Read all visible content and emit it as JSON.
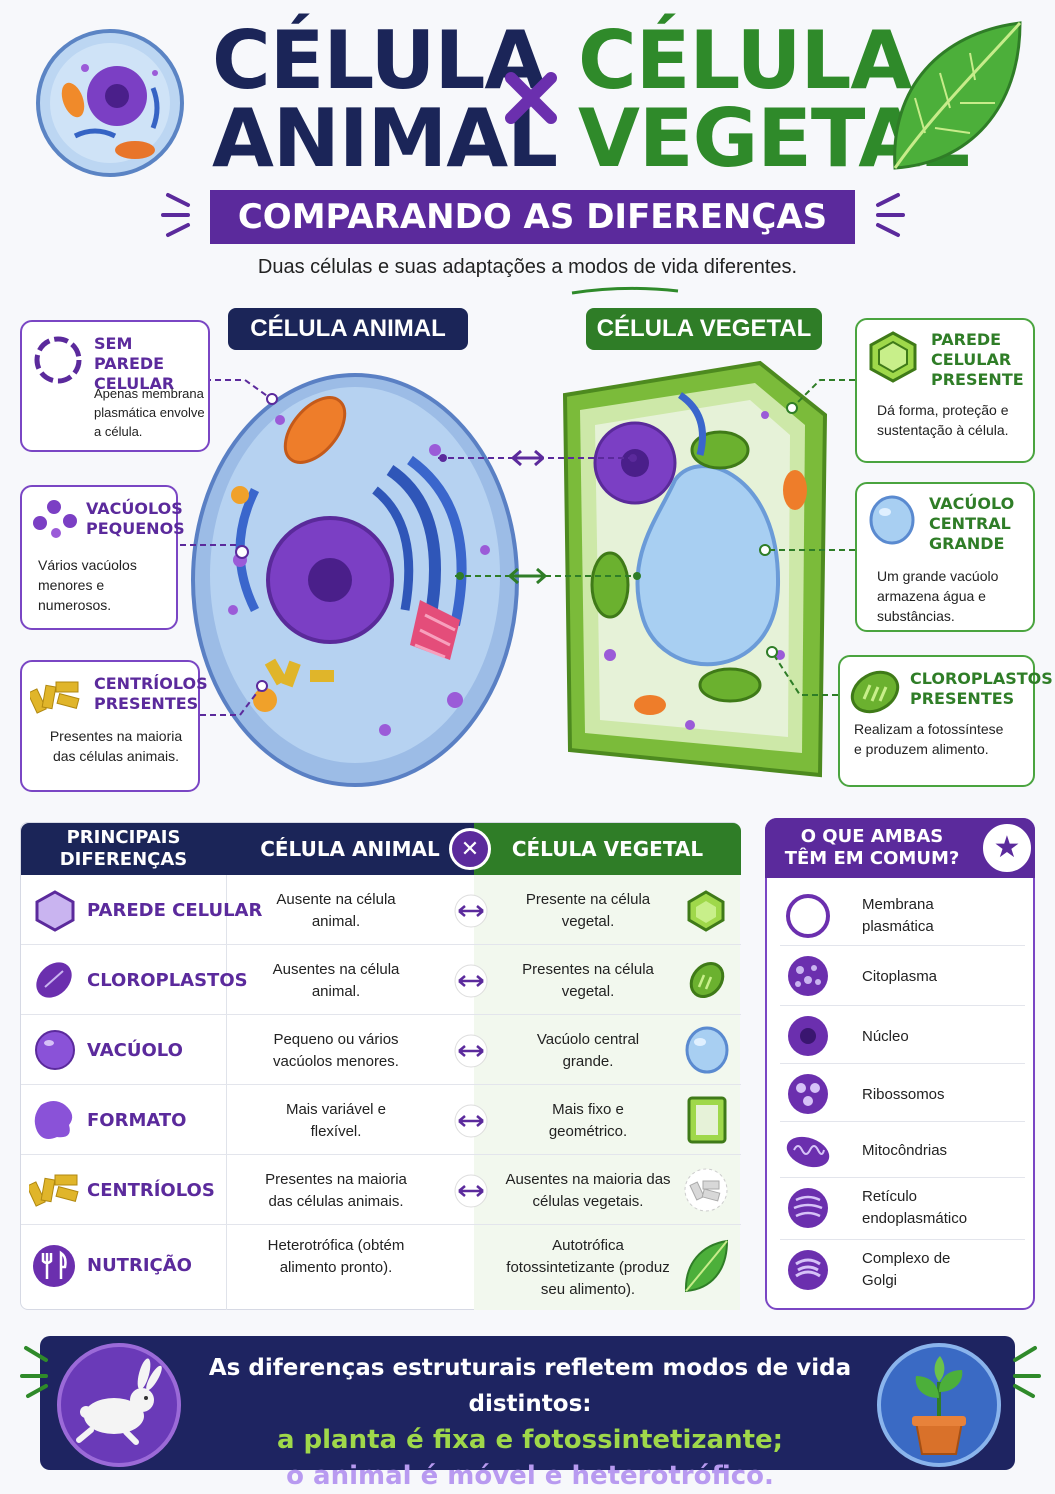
{
  "header": {
    "title_animal_1": "CÉLULA",
    "title_animal_2": "ANIMAL",
    "title_vegetal_1": "CÉLULA",
    "title_vegetal_2": "VEGETAL",
    "banner": "COMPARANDO AS DIFERENÇAS",
    "subtitle": "Duas células e suas adaptações a modos de vida diferentes."
  },
  "labels": {
    "animal": "CÉLULA ANIMAL",
    "vegetal": "CÉLULA VEGETAL"
  },
  "animal_cards": [
    {
      "title": "SEM PAREDE CELULAR",
      "text": "Apenas membrana plasmática envolve a célula."
    },
    {
      "title": "VACÚOLOS PEQUENOS",
      "text": "Vários vacúolos menores e numerosos."
    },
    {
      "title": "CENTRÍOLOS PRESENTES",
      "text": "Presentes na maioria das células animais."
    }
  ],
  "plant_cards": [
    {
      "title": "PAREDE CELULAR PRESENTE",
      "text": "Dá forma, proteção e sustentação à célula."
    },
    {
      "title": "VACÚOLO CENTRAL GRANDE",
      "text": "Um grande vacúolo armazena água e substâncias."
    },
    {
      "title": "CLOROPLASTOS PRESENTES",
      "text": "Realizam a fotossíntese e produzem alimento."
    }
  ],
  "table": {
    "head_main": "PRINCIPAIS DIFERENÇAS",
    "head_animal": "CÉLULA ANIMAL",
    "head_vegetal": "CÉLULA VEGETAL",
    "vs_symbol": "✕",
    "arrow_symbol": "↔",
    "rows": [
      {
        "label": "PAREDE CELULAR",
        "animal": "Ausente na célula animal.",
        "vegetal": "Presente na célula vegetal."
      },
      {
        "label": "CLOROPLASTOS",
        "animal": "Ausentes na célula animal.",
        "vegetal": "Presentes na célula vegetal."
      },
      {
        "label": "VACÚOLO",
        "animal": "Pequeno ou vários vacúolos menores.",
        "vegetal": "Vacúolo central grande."
      },
      {
        "label": "FORMATO",
        "animal": "Mais variável e flexível.",
        "vegetal": "Mais fixo e geométrico."
      },
      {
        "label": "CENTRÍOLOS",
        "animal": "Presentes na maioria das células animais.",
        "vegetal": "Ausentes na maioria das células vegetais."
      },
      {
        "label": "NUTRIÇÃO",
        "animal": "Heterotrófica (obtém alimento pronto).",
        "vegetal": "Autotrófica fotossintetizante (produz seu alimento)."
      }
    ]
  },
  "common": {
    "title": "O QUE AMBAS TÊM EM COMUM?",
    "star": "★",
    "items": [
      "Membrana plasmática",
      "Citoplasma",
      "Núcleo",
      "Ribossomos",
      "Mitocôndrias",
      "Retículo endoplasmático",
      "Complexo de Golgi"
    ]
  },
  "footer": {
    "line1": "As diferenças estruturais refletem modos de vida distintos:",
    "line2": "a planta é fixa e fotossintetizante;",
    "line3": "o animal é móvel e heterotrófico."
  },
  "colors": {
    "navy": "#1b2558",
    "purple": "#5b2a9c",
    "green": "#2f8a2a",
    "lime": "#9fd84a",
    "lavender": "#b89af0"
  }
}
